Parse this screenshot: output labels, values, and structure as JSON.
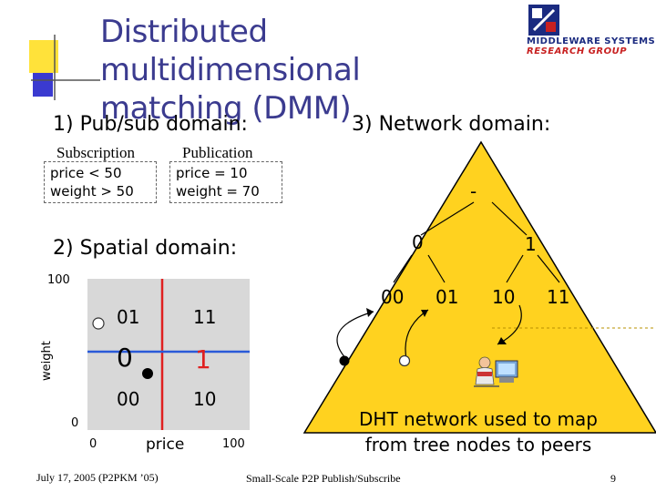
{
  "title": {
    "line1": "Distributed multidimensional",
    "line2": "matching (DMM)"
  },
  "logo": {
    "line1": "MIDDLEWARE SYSTEMS",
    "line2": "RESEARCH GROUP"
  },
  "pubsub": {
    "heading": "1) Pub/sub domain:",
    "subscription": {
      "label": "Subscription",
      "line1": "price < 50",
      "line2": "weight > 50"
    },
    "publication": {
      "label": "Publication",
      "line1": "price = 10",
      "line2": "weight = 70"
    }
  },
  "spatial": {
    "heading": "2) Spatial domain:",
    "y_axis_label": "weight",
    "y_max": "100",
    "y_min": "0",
    "x_min": "0",
    "x_max": "100",
    "x_axis_label": "price",
    "cells": {
      "tl": "01",
      "tr": "11",
      "bl": "00",
      "br": "10"
    },
    "halves": {
      "left": "0",
      "right": "1"
    }
  },
  "network": {
    "heading": "3) Network domain:",
    "root": "-",
    "level1": [
      "0",
      "1"
    ],
    "level2": [
      "00",
      "01",
      "10",
      "11"
    ],
    "caption_line1": "DHT network used to map",
    "caption_line2": "from tree nodes to peers"
  },
  "footer": {
    "left": "July 17, 2005 (P2PKM ’05)",
    "center": "Small-Scale P2P Publish/Subscribe",
    "page": "9"
  },
  "colors": {
    "title": "#3b3b8f",
    "triangle": "#ffd21f",
    "red_line": "#e02020",
    "blue_line": "#2a5ad8",
    "deco_yellow": "#ffe23a",
    "deco_blue": "#3a3ad0"
  }
}
